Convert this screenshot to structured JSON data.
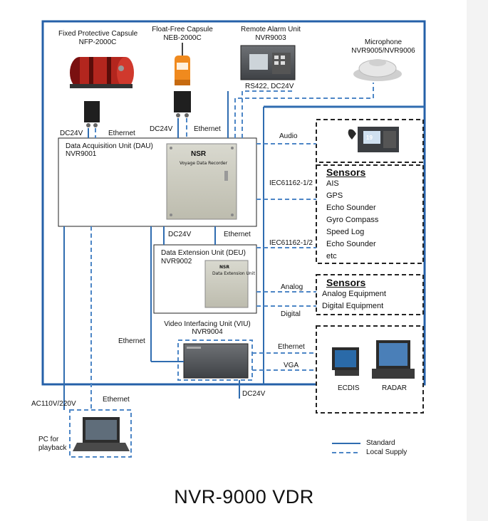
{
  "title": "NVR-9000 VDR",
  "colors": {
    "standard": "#2f6cb0",
    "local_supply": "#4d86c6",
    "frame": "#2560a8"
  },
  "devices": {
    "fixed_capsule": {
      "name": "Fixed Protective Capsule",
      "model": "NFP-2000C"
    },
    "float_capsule": {
      "name": "Float-Free Capsule",
      "model": "NEB-2000C"
    },
    "remote_alarm": {
      "name": "Remote Alarm Unit",
      "model": "NVR9003"
    },
    "microphone": {
      "name": "Microphone",
      "model": "NVR9005/NVR9006"
    },
    "dau": {
      "name": "Data Acquisition Unit (DAU)",
      "model": "NVR9001",
      "plate": "NSR",
      "plate_sub": "Voyage Data Recorder"
    },
    "deu": {
      "name": "Data Extension Unit (DEU)",
      "model": "NVR9002",
      "plate": "NSR",
      "plate_sub": "Data Extension Unit"
    },
    "viu": {
      "name": "Video Interfacing Unit (VIU)",
      "model": "NVR9004"
    },
    "pc": {
      "label_line1": "PC for",
      "label_line2": "playback"
    },
    "ecdis": {
      "label": "ECDIS"
    },
    "radar": {
      "label": "RADAR"
    },
    "audio_unit": {
      "screen": "19"
    }
  },
  "connections": {
    "dc24v_capsule1": "DC24V",
    "ethernet_capsule1": "Ethernet",
    "dc24v_capsule2": "DC24V",
    "ethernet_capsule2": "Ethernet",
    "rs422": "RS422, DC24V",
    "dc24v_deu": "DC24V",
    "ethernet_deu": "Ethernet",
    "audio": "Audio",
    "iec1": "IEC61162-1/2",
    "iec2": "IEC61162-1/2",
    "analog": "Analog",
    "digital": "Digital",
    "ethernet_viu_left": "Ethernet",
    "ethernet_viu_right": "Ethernet",
    "vga": "VGA",
    "dc24v_bottom": "DC24V",
    "ac_power": "AC110V/220V",
    "ethernet_pc": "Ethernet"
  },
  "sensors_digital": {
    "title": "Sensors",
    "items": [
      "AIS",
      "GPS",
      "Echo Sounder",
      "Gyro Compass",
      "Speed Log",
      "Echo Sounder",
      "etc"
    ]
  },
  "sensors_analog": {
    "title": "Sensors",
    "items": [
      "Analog Equipment",
      "Digital Equipment"
    ]
  },
  "legend": {
    "standard": "Standard",
    "local_supply": "Local Supply"
  }
}
